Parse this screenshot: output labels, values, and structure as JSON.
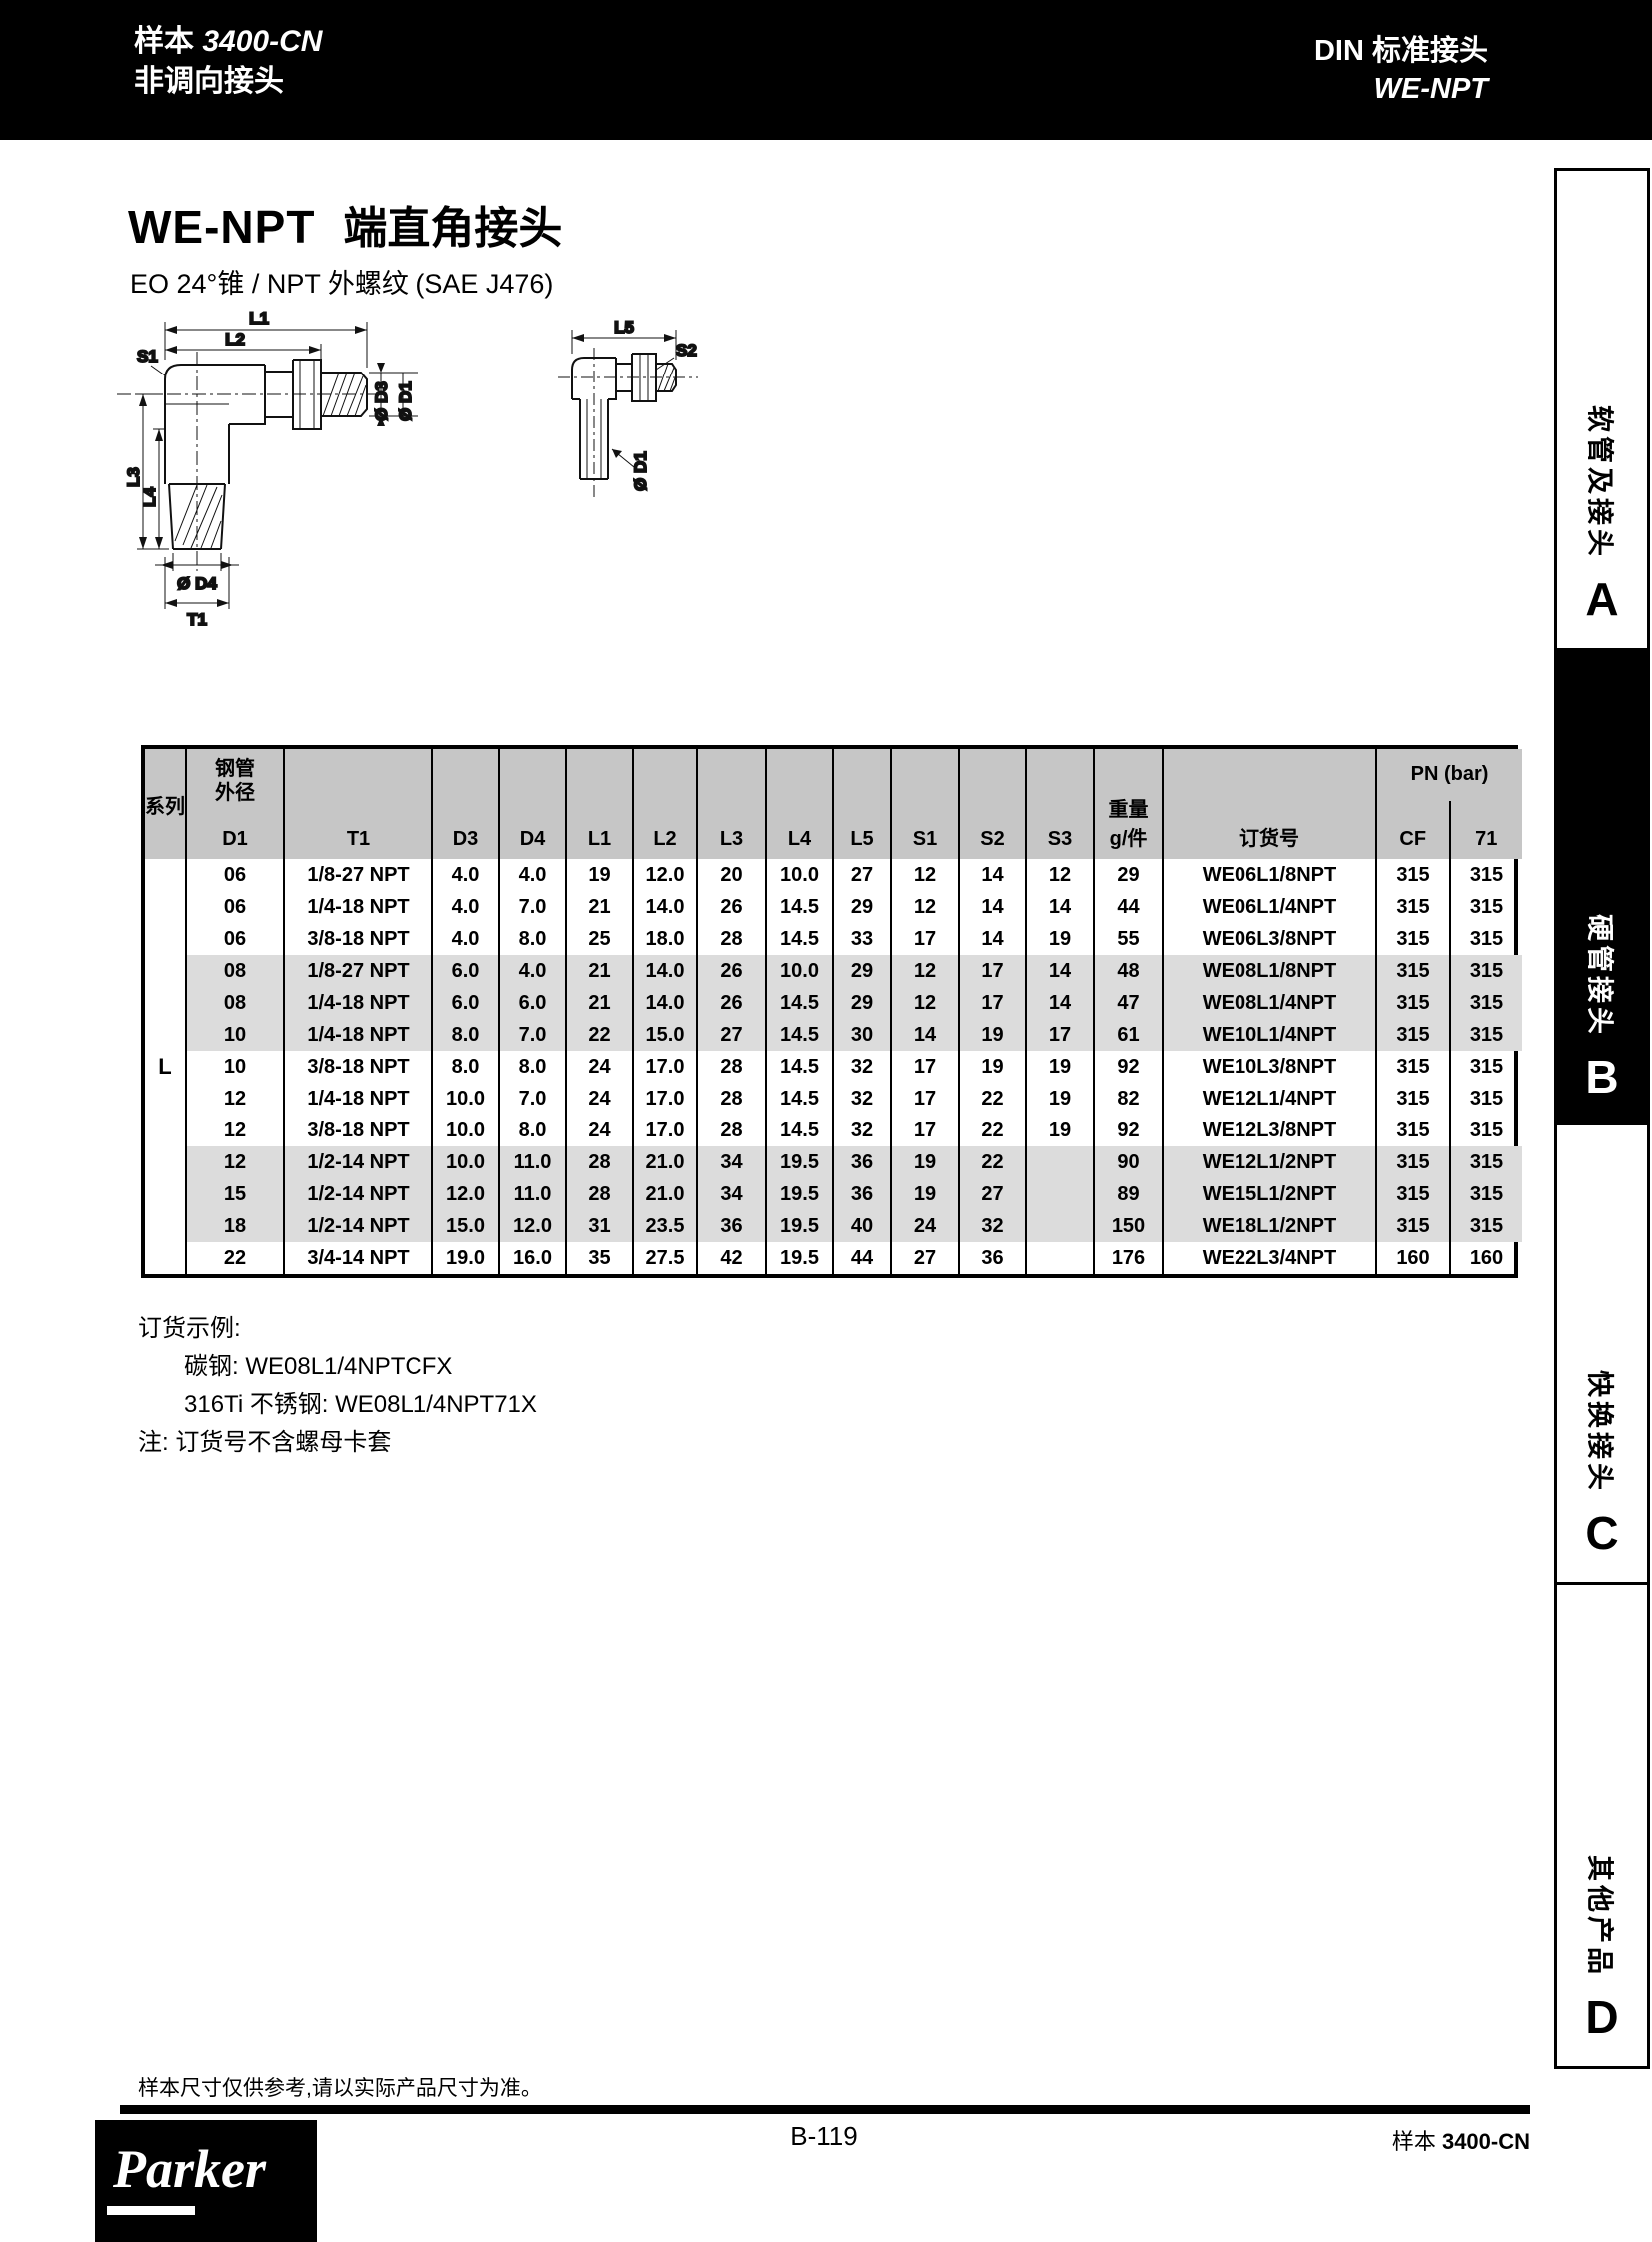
{
  "header": {
    "catalog_prefix": "样本",
    "catalog_code": "3400-CN",
    "left_line2": "非调向接头",
    "right_line1": "DIN 标准接头",
    "right_line2": "WE-NPT"
  },
  "title": {
    "main_en": "WE-NPT",
    "main_cn": "端直角接头",
    "subtitle": "EO 24°锥 / NPT 外螺纹 (SAE J476)"
  },
  "drawing": {
    "labels": {
      "l1": "L1",
      "l2": "L2",
      "s1": "S1",
      "d3": "Ø D3",
      "d1": "Ø D1",
      "l3": "L3",
      "l4": "L4",
      "d4": "Ø D4",
      "t1": "T1",
      "l5": "L5",
      "s2": "S2",
      "d1_right": "Ø D1"
    }
  },
  "table": {
    "headers": {
      "series": "系列",
      "tube_od_line1": "钢管",
      "tube_od_line2": "外径",
      "d1": "D1",
      "t1": "T1",
      "d3": "D3",
      "d4": "D4",
      "l1": "L1",
      "l2": "L2",
      "l3": "L3",
      "l4": "L4",
      "l5": "L5",
      "s1": "S1",
      "s2": "S2",
      "s3": "S3",
      "weight_line1": "重量",
      "weight_line2": "g/件",
      "order_no": "订货号",
      "pn": "PN (bar)",
      "cf": "CF",
      "col71": "71"
    },
    "series_value": "L",
    "rows": [
      {
        "shaded": false,
        "cells": [
          "06",
          "1/8-27 NPT",
          "4.0",
          "4.0",
          "19",
          "12.0",
          "20",
          "10.0",
          "27",
          "12",
          "14",
          "12",
          "29",
          "WE06L1/8NPT",
          "315",
          "315"
        ]
      },
      {
        "shaded": false,
        "cells": [
          "06",
          "1/4-18 NPT",
          "4.0",
          "7.0",
          "21",
          "14.0",
          "26",
          "14.5",
          "29",
          "12",
          "14",
          "14",
          "44",
          "WE06L1/4NPT",
          "315",
          "315"
        ]
      },
      {
        "shaded": false,
        "cells": [
          "06",
          "3/8-18 NPT",
          "4.0",
          "8.0",
          "25",
          "18.0",
          "28",
          "14.5",
          "33",
          "17",
          "14",
          "19",
          "55",
          "WE06L3/8NPT",
          "315",
          "315"
        ]
      },
      {
        "shaded": true,
        "cells": [
          "08",
          "1/8-27 NPT",
          "6.0",
          "4.0",
          "21",
          "14.0",
          "26",
          "10.0",
          "29",
          "12",
          "17",
          "14",
          "48",
          "WE08L1/8NPT",
          "315",
          "315"
        ]
      },
      {
        "shaded": true,
        "cells": [
          "08",
          "1/4-18 NPT",
          "6.0",
          "6.0",
          "21",
          "14.0",
          "26",
          "14.5",
          "29",
          "12",
          "17",
          "14",
          "47",
          "WE08L1/4NPT",
          "315",
          "315"
        ]
      },
      {
        "shaded": true,
        "cells": [
          "10",
          "1/4-18 NPT",
          "8.0",
          "7.0",
          "22",
          "15.0",
          "27",
          "14.5",
          "30",
          "14",
          "19",
          "17",
          "61",
          "WE10L1/4NPT",
          "315",
          "315"
        ]
      },
      {
        "shaded": false,
        "cells": [
          "10",
          "3/8-18 NPT",
          "8.0",
          "8.0",
          "24",
          "17.0",
          "28",
          "14.5",
          "32",
          "17",
          "19",
          "19",
          "92",
          "WE10L3/8NPT",
          "315",
          "315"
        ]
      },
      {
        "shaded": false,
        "cells": [
          "12",
          "1/4-18 NPT",
          "10.0",
          "7.0",
          "24",
          "17.0",
          "28",
          "14.5",
          "32",
          "17",
          "22",
          "19",
          "82",
          "WE12L1/4NPT",
          "315",
          "315"
        ]
      },
      {
        "shaded": false,
        "cells": [
          "12",
          "3/8-18 NPT",
          "10.0",
          "8.0",
          "24",
          "17.0",
          "28",
          "14.5",
          "32",
          "17",
          "22",
          "19",
          "92",
          "WE12L3/8NPT",
          "315",
          "315"
        ]
      },
      {
        "shaded": true,
        "cells": [
          "12",
          "1/2-14 NPT",
          "10.0",
          "11.0",
          "28",
          "21.0",
          "34",
          "19.5",
          "36",
          "19",
          "22",
          "",
          "90",
          "WE12L1/2NPT",
          "315",
          "315"
        ]
      },
      {
        "shaded": true,
        "cells": [
          "15",
          "1/2-14 NPT",
          "12.0",
          "11.0",
          "28",
          "21.0",
          "34",
          "19.5",
          "36",
          "19",
          "27",
          "",
          "89",
          "WE15L1/2NPT",
          "315",
          "315"
        ]
      },
      {
        "shaded": true,
        "cells": [
          "18",
          "1/2-14 NPT",
          "15.0",
          "12.0",
          "31",
          "23.5",
          "36",
          "19.5",
          "40",
          "24",
          "32",
          "",
          "150",
          "WE18L1/2NPT",
          "315",
          "315"
        ]
      },
      {
        "shaded": false,
        "cells": [
          "22",
          "3/4-14 NPT",
          "19.0",
          "16.0",
          "35",
          "27.5",
          "42",
          "19.5",
          "44",
          "27",
          "36",
          "",
          "176",
          "WE22L3/4NPT",
          "160",
          "160"
        ]
      }
    ]
  },
  "order_example": {
    "title": "订货示例:",
    "carbon": "碳钢: WE08L1/4NPTCFX",
    "stainless": "316Ti 不锈钢: WE08L1/4NPT71X",
    "note": "注: 订货号不含螺母卡套"
  },
  "sidebar": {
    "tabs": [
      {
        "label": "软管及接头",
        "letter": "A",
        "active": false
      },
      {
        "label": "硬管接头",
        "letter": "B",
        "active": true
      },
      {
        "label": "快换接头",
        "letter": "C",
        "active": false
      },
      {
        "label": "其他产品",
        "letter": "D",
        "active": false
      }
    ]
  },
  "footer": {
    "disclaimer": "样本尺寸仅供参考,请以实际产品尺寸为准。",
    "page_number": "B-119",
    "catalog_prefix": "样本",
    "catalog_code": "3400-CN",
    "logo_text": "Parker"
  },
  "colors": {
    "band_bg": "#000000",
    "table_header_bg": "#c6c6c6",
    "row_shade": "#dcdcdc"
  }
}
